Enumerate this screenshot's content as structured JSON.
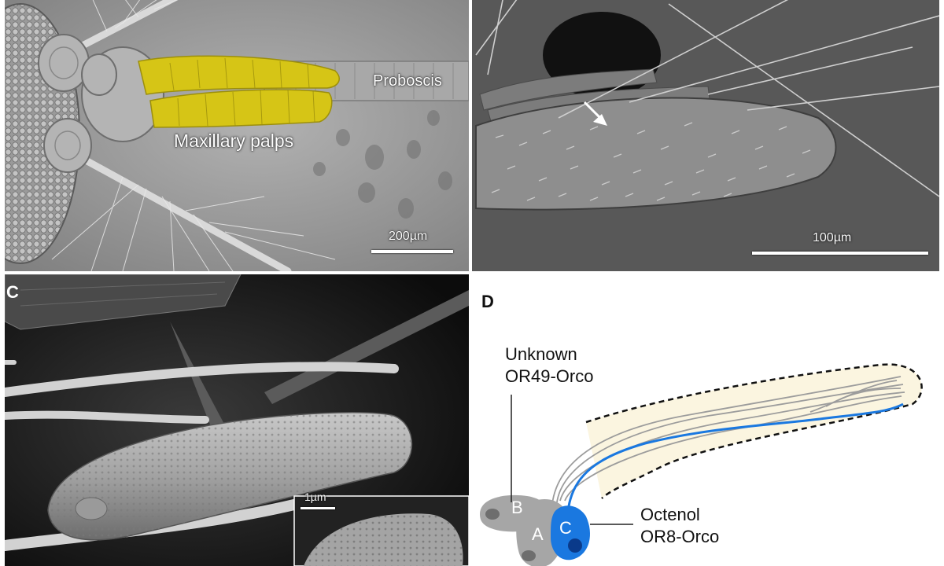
{
  "panels": {
    "a": {
      "letter": "",
      "proboscis_label": "Proboscis",
      "palps_label": "Maxillary palps",
      "scale_label": "200µm",
      "palp_color": "#d6c516"
    },
    "b": {
      "letter": "",
      "scale_label": "100µm"
    },
    "c": {
      "letter": "C",
      "inset_scale_label": "1µm"
    },
    "d": {
      "letter": "D",
      "unknown_label_line1": "Unknown",
      "unknown_label_line2": "OR49-Orco",
      "octenol_label_line1": "Octenol",
      "octenol_label_line2": "OR8-Orco",
      "cell_labels": [
        "B",
        "A",
        "C"
      ],
      "neuron_color": "#1a78e0",
      "cell_gray": "#a6a6a6",
      "sensillum_fill": "#fbf5e0"
    }
  }
}
